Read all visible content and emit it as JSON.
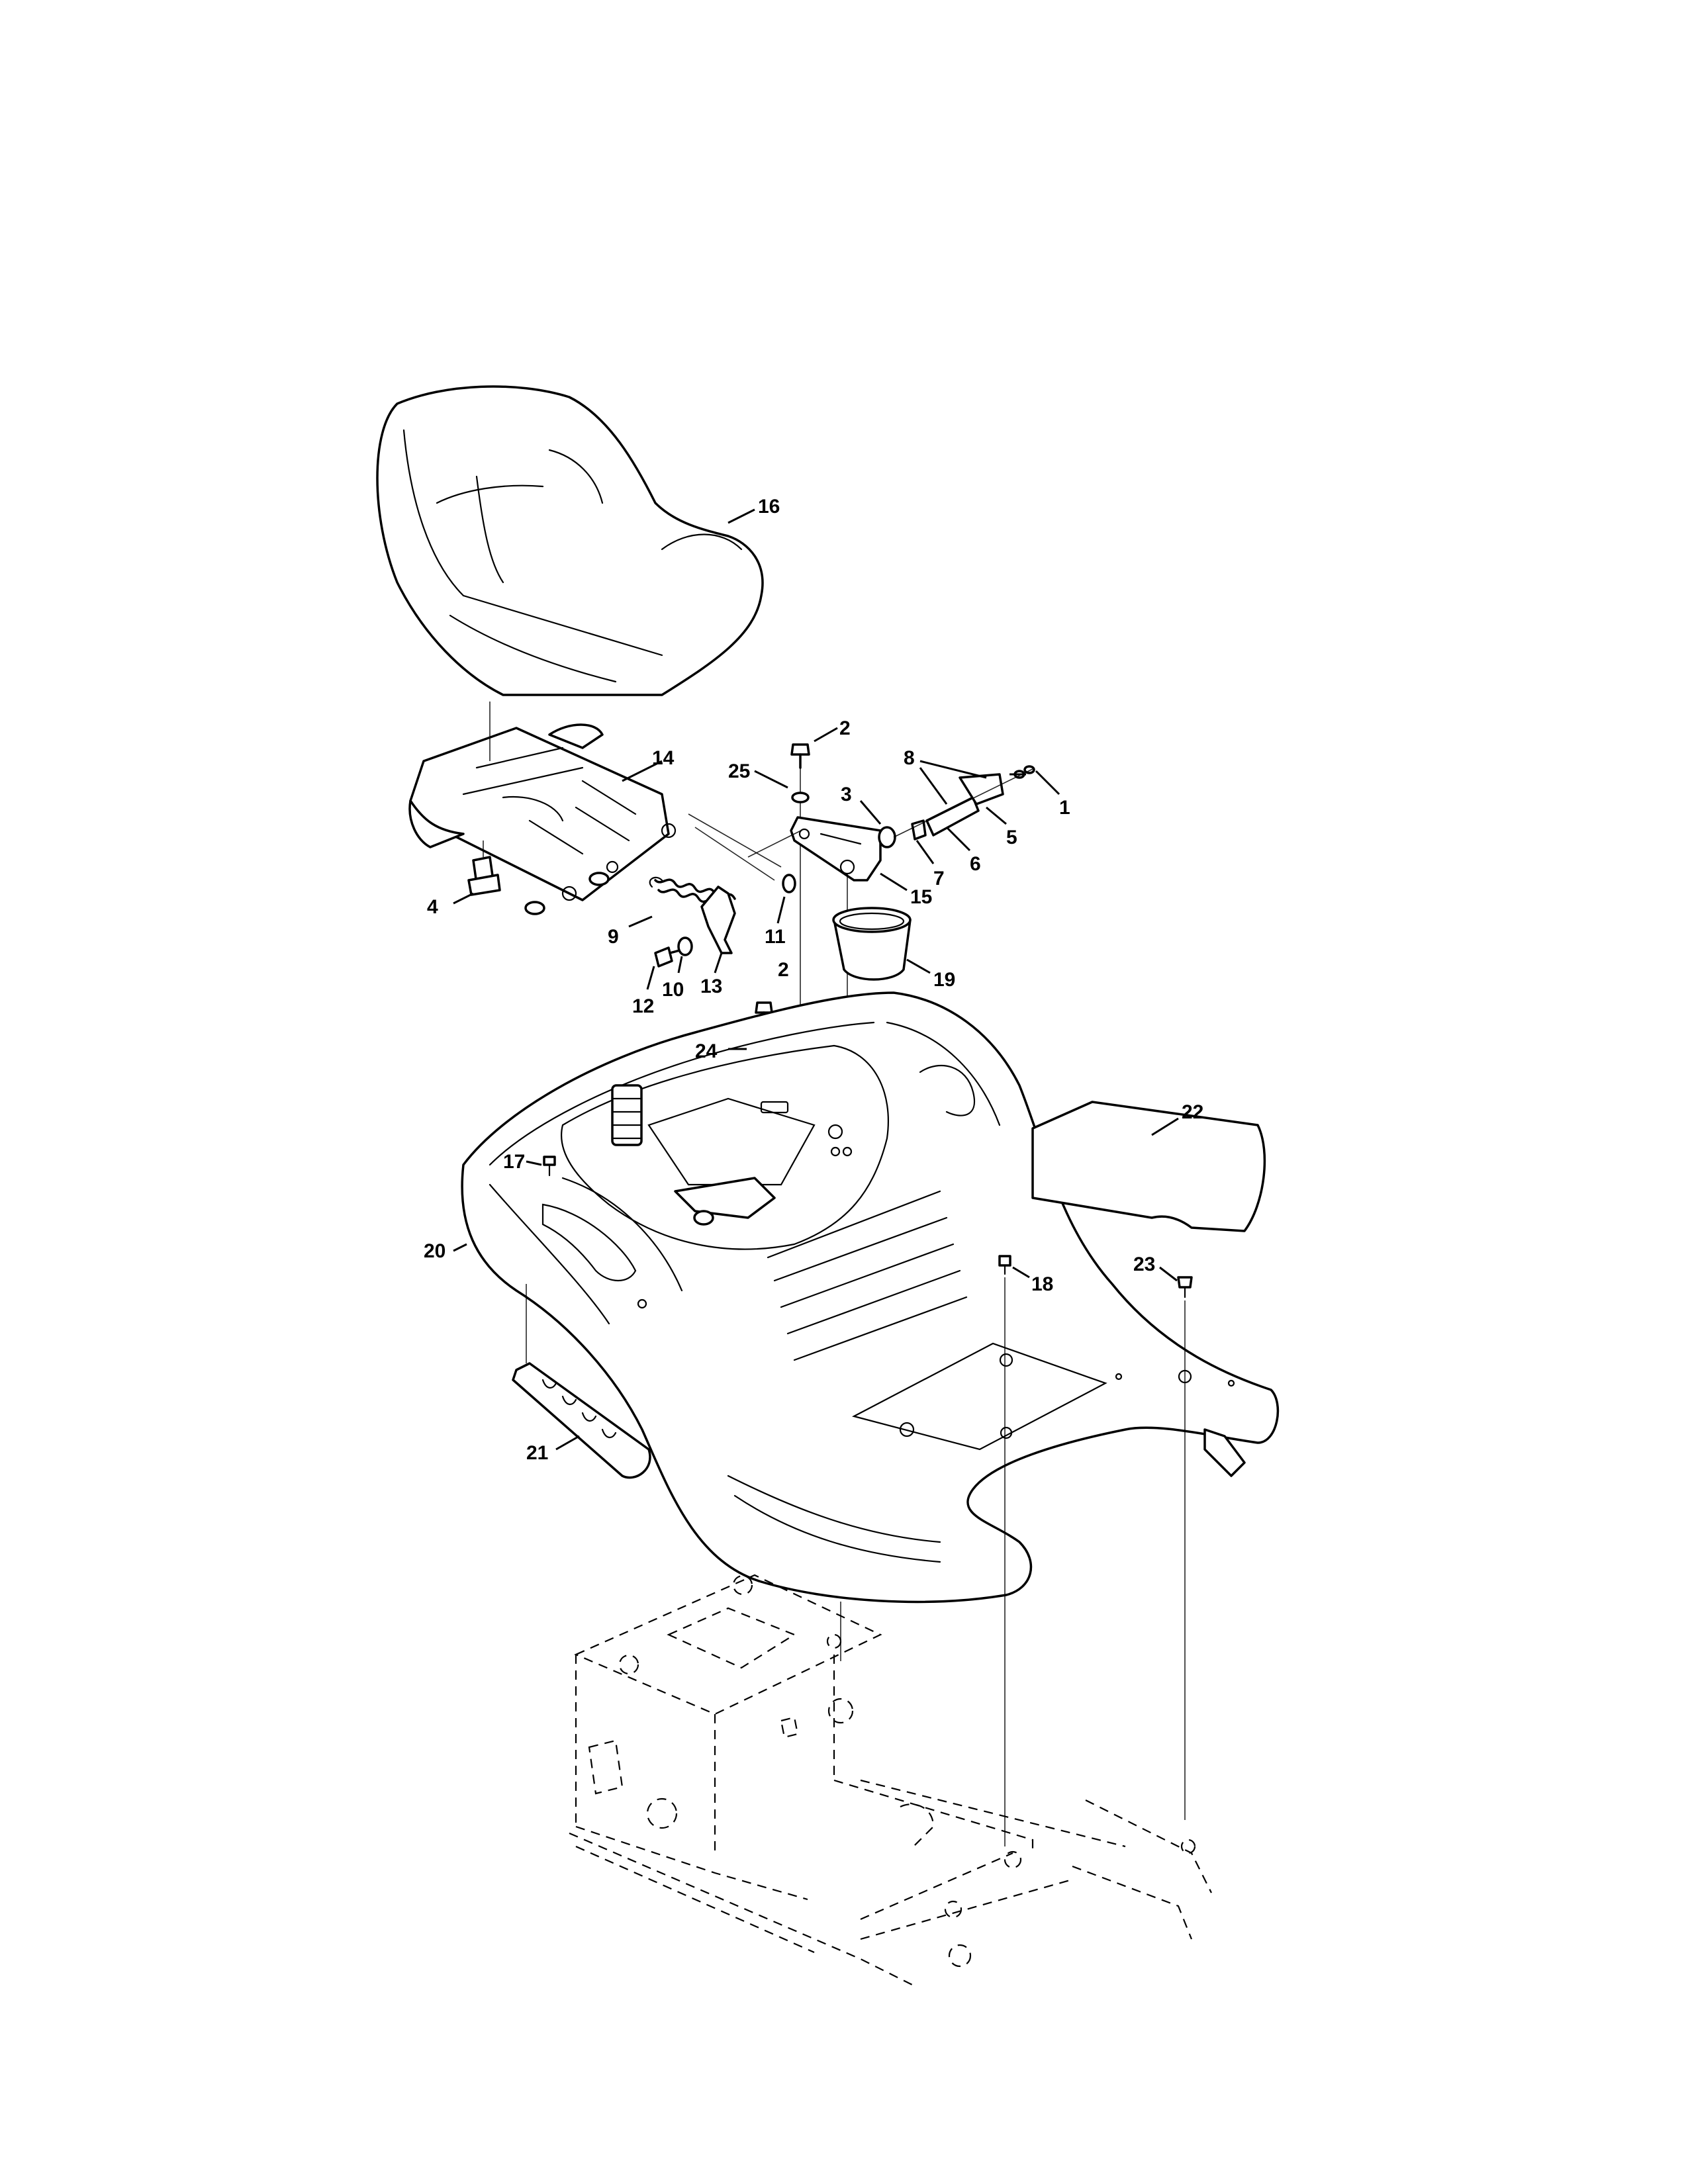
{
  "callouts": {
    "c1": "1",
    "c2a": "2",
    "c2b": "2",
    "c3": "3",
    "c4": "4",
    "c5": "5",
    "c6": "6",
    "c7": "7",
    "c8": "8",
    "c9": "9",
    "c10": "10",
    "c11": "11",
    "c12": "12",
    "c13": "13",
    "c14": "14",
    "c15": "15",
    "c16": "16",
    "c17": "17",
    "c18": "18",
    "c19": "19",
    "c20": "20",
    "c21": "21",
    "c22": "22",
    "c23": "23",
    "c24": "24",
    "c25": "25"
  }
}
